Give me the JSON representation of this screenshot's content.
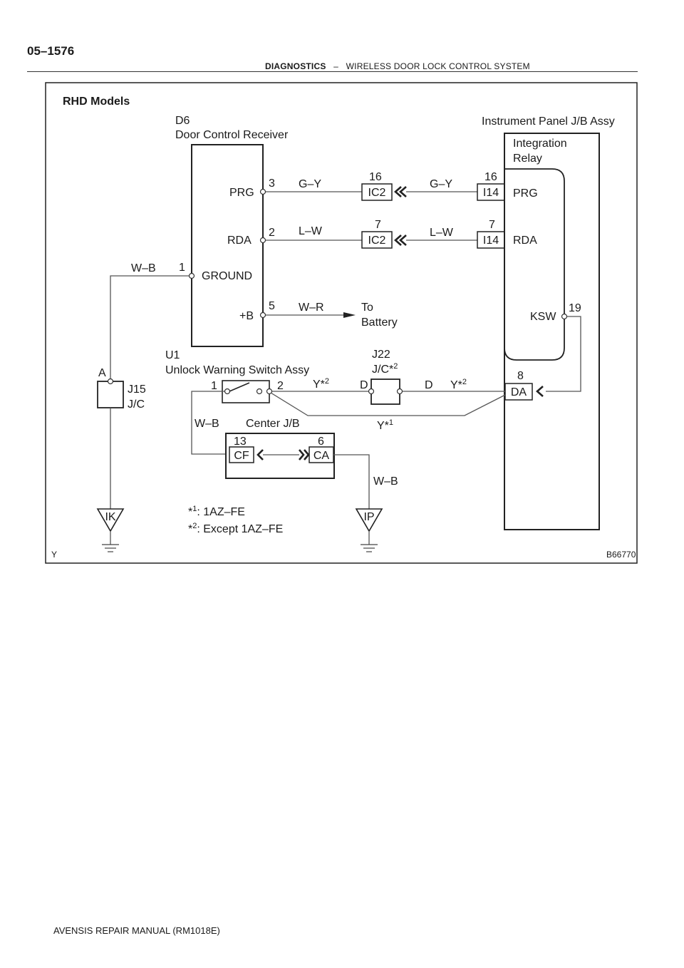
{
  "header": {
    "page_number": "05–1576",
    "section": "DIAGNOSTICS",
    "separator": "–",
    "title": "WIRELESS DOOR LOCK CONTROL SYSTEM"
  },
  "footer": {
    "manual": "AVENSIS REPAIR MANUAL   (RM1018E)"
  },
  "diagram": {
    "title": "RHD Models",
    "figure_id": "B66770",
    "corner_mark": "Y",
    "receiver": {
      "code": "D6",
      "name": "Door Control Receiver",
      "pins": {
        "prg": "PRG",
        "rda": "RDA",
        "ground": "GROUND",
        "plus_b": "+B"
      },
      "pin_numbers": {
        "prg": "3",
        "rda": "2",
        "ground": "1",
        "plus_b": "5"
      }
    },
    "jb": {
      "name": "Instrument Panel J/B Assy",
      "relay_line1": "Integration",
      "relay_line2": "Relay",
      "pins": {
        "prg": "PRG",
        "rda": "RDA",
        "ksw": "KSW"
      },
      "ksw_pin": "19"
    },
    "wires": {
      "prg_left": "G–Y",
      "prg_right": "G–Y",
      "rda_left": "L–W",
      "rda_right": "L–W",
      "ground": "W–B",
      "battery": "W–R",
      "switch_ground": "W–B",
      "ip_ground": "W–B",
      "y_star": "Y*"
    },
    "connectors": {
      "ic2_prg": {
        "code": "IC2",
        "pin": "16"
      },
      "i14_prg": {
        "code": "I14",
        "pin": "16"
      },
      "ic2_rda": {
        "code": "IC2",
        "pin": "7"
      },
      "i14_rda": {
        "code": "I14",
        "pin": "7"
      },
      "da": {
        "code": "DA",
        "pin": "8"
      },
      "cf": {
        "code": "CF",
        "pin": "13"
      },
      "ca": {
        "code": "CA",
        "pin": "6"
      }
    },
    "battery_label_line1": "To",
    "battery_label_line2": "Battery",
    "switch": {
      "code": "U1",
      "name": "Unlock Warning Switch Assy",
      "pin1": "1",
      "pin2": "2"
    },
    "j22": {
      "code": "J22",
      "name": "J/C*",
      "sup": "2",
      "left_pin": "D",
      "right_pin": "D"
    },
    "j15": {
      "code": "J15",
      "name": "J/C",
      "pin": "A"
    },
    "center_jb": "Center J/B",
    "grounds": {
      "ik": "IK",
      "ip": "IP"
    },
    "notes": {
      "note1_mark": "*",
      "note1_sup": "1",
      "note1_text": ": 1AZ–FE",
      "note2_mark": "*",
      "note2_sup": "2",
      "note2_text": ": Except 1AZ–FE"
    },
    "sup1": "1",
    "sup2": "2"
  }
}
